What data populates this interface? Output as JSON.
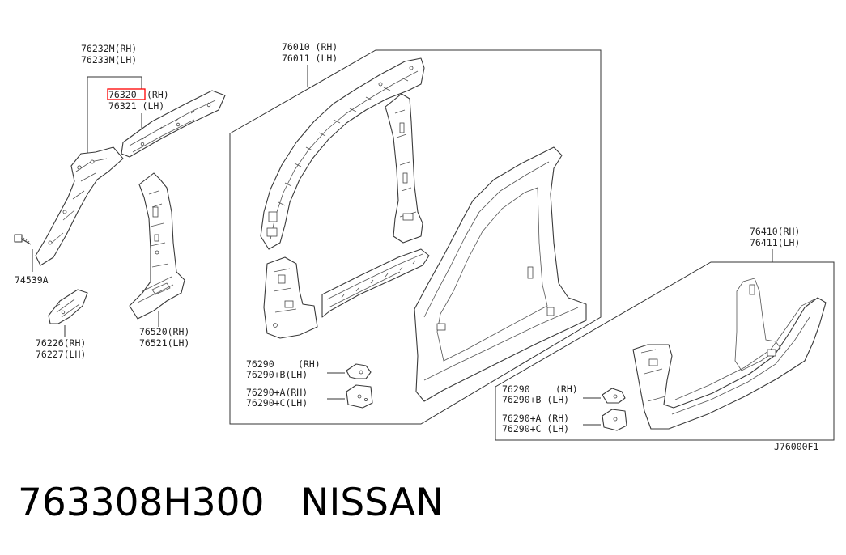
{
  "caption": {
    "part_number": "763308H300",
    "brand": "NISSAN"
  },
  "labels": {
    "p76232": {
      "line1": "76232M(RH)",
      "line2": "76233M(LH)"
    },
    "p76320": {
      "line1_highlight": "76320",
      "line1_suffix": "(RH)",
      "line2": "76321 (LH)"
    },
    "p74539": {
      "line1": "74539A"
    },
    "p76226": {
      "line1": "76226(RH)",
      "line2": "76227(LH)"
    },
    "p76520": {
      "line1": "76520(RH)",
      "line2": "76521(LH)"
    },
    "p76010": {
      "line1": "76010 (RH)",
      "line2": "76011 (LH)"
    },
    "p76410": {
      "line1": "76410(RH)",
      "line2": "76411(LH)"
    },
    "box1": {
      "a_code": "76290",
      "a_side": "(RH)",
      "b": "76290+B(LH)",
      "c": "76290+A(RH)",
      "d": "76290+C(LH)"
    },
    "box2": {
      "a_code": "76290",
      "a_side": "(RH)",
      "b": "76290+B (LH)",
      "c": "76290+A (RH)",
      "d": "76290+C (LH)"
    },
    "diagram_code": "J76000F1"
  },
  "colors": {
    "highlight": "#ff0000",
    "line": "#333333",
    "text": "#222222"
  }
}
